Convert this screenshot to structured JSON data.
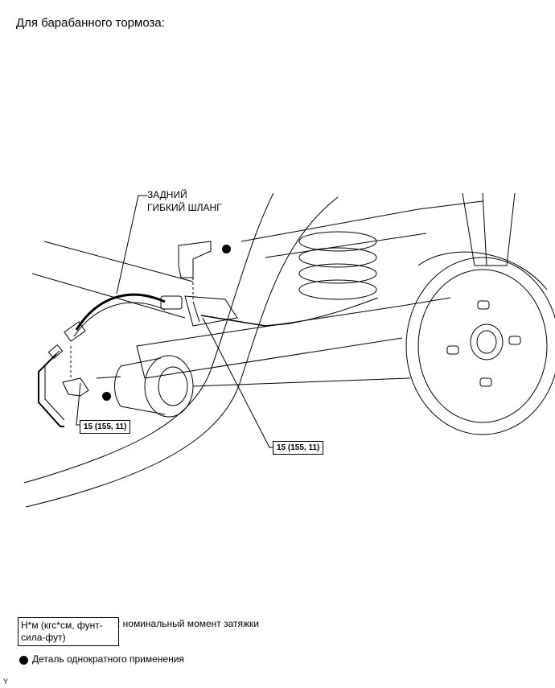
{
  "page": {
    "title": "Для барабанного тормоза:",
    "figure_code": "Y"
  },
  "callouts": {
    "hose_label_line1": "ЗАДНИЙ",
    "hose_label_line2": "ГИБКИЙ ШЛАНГ",
    "torque_left": "15 (155, 11)",
    "torque_right": "15 (155, 11)"
  },
  "legend": {
    "unit_box": "Н*м (кгс*см, фунт-сила-фут)",
    "unit_desc": ": номинальный момент затяжки",
    "single_use": "Деталь однократного применения"
  },
  "icons": {
    "single_use_marker": "filled-circle"
  }
}
